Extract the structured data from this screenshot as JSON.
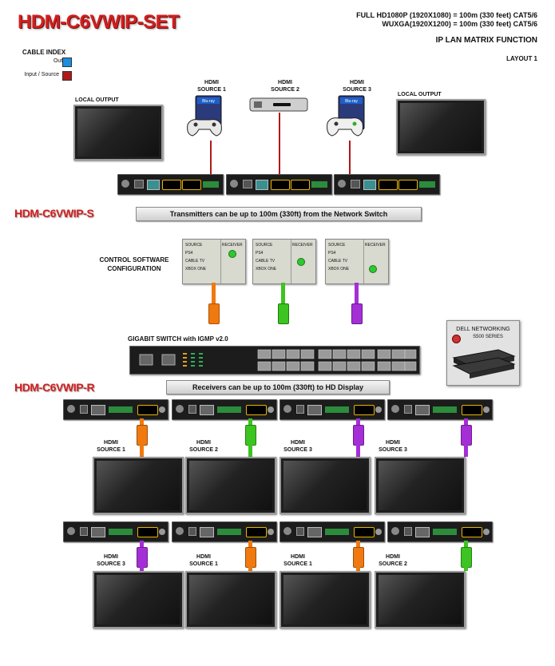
{
  "title": "HDM-C6VWIP-SET",
  "spec_lines": [
    "FULL HD1080P (1920X1080) = 100m (330 feet) CAT5/6",
    "WUXGA(1920X1200) = 100m (330 feet) CAT5/6"
  ],
  "subtitle": "IP LAN MATRIX FUNCTION",
  "layout_label": "LAYOUT 1",
  "cable_index": {
    "title": "CABLE INDEX",
    "output_label": "Output",
    "output_color": "#1a8ee0",
    "input_label": "Input / Source",
    "input_color": "#b01818"
  },
  "local_output_label": "LOCAL OUTPUT",
  "sources": [
    {
      "line1": "HDMI",
      "line2": "SOURCE  1"
    },
    {
      "line1": "HDMI",
      "line2": "SOURCE  2"
    },
    {
      "line1": "HDMI",
      "line2": "SOURCE  3"
    }
  ],
  "transmitter_section": {
    "label": "HDM-C6VWIP-S",
    "banner": "Transmitters can be up to 100m (330ft) from the Network Switch"
  },
  "control_software": {
    "line1": "CONTROL SOFTWARE",
    "line2": "CONFIGURATION"
  },
  "control_panels": [
    {
      "source": "SOURCE",
      "receiver": "RECEIVER",
      "items": [
        "PS4",
        "CABLE TV",
        "XBOX ONE"
      ],
      "cable_color": "#f07a10"
    },
    {
      "source": "SOURCE",
      "receiver": "RECEIVER",
      "items": [
        "PS4",
        "CABLE TV",
        "XBOX ONE"
      ],
      "cable_color": "#3cc420"
    },
    {
      "source": "SOURCE",
      "receiver": "RECEIVER",
      "items": [
        "PS4",
        "CABLE TV",
        "XBOX ONE"
      ],
      "cable_color": "#a52fd6"
    }
  ],
  "switch_label": "GIGABIT SWITCH with IGMP v2.0",
  "dell_label": {
    "line1": "DELL NETWORKING",
    "line2": "S500 SERIES"
  },
  "receiver_section": {
    "label": "HDM-C6VWIP-R",
    "banner": "Receivers can be up to 100m (330ft) to HD Display"
  },
  "receivers_row1": [
    {
      "line1": "HDMI",
      "line2": "SOURCE  1",
      "cable_color": "#f07a10"
    },
    {
      "line1": "HDMI",
      "line2": "SOURCE  2",
      "cable_color": "#3cc420"
    },
    {
      "line1": "HDMI",
      "line2": "SOURCE  3",
      "cable_color": "#a52fd6"
    },
    {
      "line1": "HDMI",
      "line2": "SOURCE  3",
      "cable_color": "#a52fd6"
    }
  ],
  "receivers_row2": [
    {
      "line1": "HDMI",
      "line2": "SOURCE  3",
      "cable_color": "#a52fd6"
    },
    {
      "line1": "HDMI",
      "line2": "SOURCE  1",
      "cable_color": "#f07a10"
    },
    {
      "line1": "HDMI",
      "line2": "SOURCE  1",
      "cable_color": "#f07a10"
    },
    {
      "line1": "HDMI",
      "line2": "SOURCE  2",
      "cable_color": "#3cc420"
    }
  ]
}
